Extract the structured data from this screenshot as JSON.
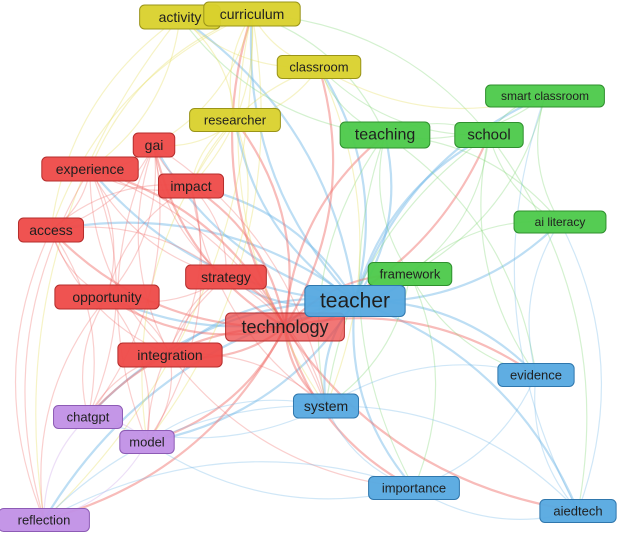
{
  "network": {
    "clusters": {
      "red": {
        "fill": "#ee4a48",
        "stroke": "#b52d2c",
        "edge": "#ef6a66"
      },
      "yellow": {
        "fill": "#d9d12c",
        "stroke": "#9a9418",
        "edge": "#e3d94e"
      },
      "green": {
        "fill": "#4cc94a",
        "stroke": "#2f8f2e",
        "edge": "#78d36c"
      },
      "blue": {
        "fill": "#56a9e0",
        "stroke": "#2f77ad",
        "edge": "#6cb5e6"
      },
      "purple": {
        "fill": "#c190e6",
        "stroke": "#8d5bb5",
        "edge": "#c79be6"
      }
    },
    "nodes": [
      {
        "id": "activity",
        "label": "activity",
        "cluster": "yellow"
      },
      {
        "id": "curriculum",
        "label": "curriculum",
        "cluster": "yellow"
      },
      {
        "id": "classroom",
        "label": "classroom",
        "cluster": "yellow"
      },
      {
        "id": "researcher",
        "label": "researcher",
        "cluster": "yellow"
      },
      {
        "id": "smart-classroom",
        "label": "smart classroom",
        "cluster": "green"
      },
      {
        "id": "teaching",
        "label": "teaching",
        "cluster": "green"
      },
      {
        "id": "school",
        "label": "school",
        "cluster": "green"
      },
      {
        "id": "ai-literacy",
        "label": "ai literacy",
        "cluster": "green"
      },
      {
        "id": "framework",
        "label": "framework",
        "cluster": "green"
      },
      {
        "id": "gai",
        "label": "gai",
        "cluster": "red"
      },
      {
        "id": "experience",
        "label": "experience",
        "cluster": "red"
      },
      {
        "id": "impact",
        "label": "impact",
        "cluster": "red"
      },
      {
        "id": "access",
        "label": "access",
        "cluster": "red"
      },
      {
        "id": "strategy",
        "label": "strategy",
        "cluster": "red"
      },
      {
        "id": "opportunity",
        "label": "opportunity",
        "cluster": "red"
      },
      {
        "id": "technology",
        "label": "technology",
        "cluster": "red"
      },
      {
        "id": "integration",
        "label": "integration",
        "cluster": "red"
      },
      {
        "id": "teacher",
        "label": "teacher",
        "cluster": "blue"
      },
      {
        "id": "evidence",
        "label": "evidence",
        "cluster": "blue"
      },
      {
        "id": "system",
        "label": "system",
        "cluster": "blue"
      },
      {
        "id": "importance",
        "label": "importance",
        "cluster": "blue"
      },
      {
        "id": "aiedtech",
        "label": "aiedtech",
        "cluster": "blue"
      },
      {
        "id": "chatgpt",
        "label": "chatgpt",
        "cluster": "purple"
      },
      {
        "id": "model",
        "label": "model",
        "cluster": "purple"
      },
      {
        "id": "reflection",
        "label": "reflection",
        "cluster": "purple"
      }
    ],
    "links": [
      [
        "teacher",
        "technology"
      ],
      [
        "teacher",
        "system"
      ],
      [
        "teacher",
        "evidence"
      ],
      [
        "teacher",
        "importance"
      ],
      [
        "teacher",
        "aiedtech"
      ],
      [
        "teacher",
        "teaching"
      ],
      [
        "teacher",
        "school"
      ],
      [
        "teacher",
        "framework"
      ],
      [
        "teacher",
        "strategy"
      ],
      [
        "teacher",
        "integration"
      ],
      [
        "teacher",
        "opportunity"
      ],
      [
        "teacher",
        "impact"
      ],
      [
        "teacher",
        "experience"
      ],
      [
        "teacher",
        "access"
      ],
      [
        "teacher",
        "gai"
      ],
      [
        "teacher",
        "classroom"
      ],
      [
        "teacher",
        "curriculum"
      ],
      [
        "teacher",
        "activity"
      ],
      [
        "teacher",
        "researcher"
      ],
      [
        "teacher",
        "ai-literacy"
      ],
      [
        "teacher",
        "smart-classroom"
      ],
      [
        "teacher",
        "chatgpt"
      ],
      [
        "teacher",
        "model"
      ],
      [
        "teacher",
        "reflection"
      ],
      [
        "technology",
        "integration"
      ],
      [
        "technology",
        "strategy"
      ],
      [
        "technology",
        "opportunity"
      ],
      [
        "technology",
        "impact"
      ],
      [
        "technology",
        "access"
      ],
      [
        "technology",
        "experience"
      ],
      [
        "technology",
        "gai"
      ],
      [
        "technology",
        "system"
      ],
      [
        "technology",
        "teaching"
      ],
      [
        "technology",
        "school"
      ],
      [
        "technology",
        "framework"
      ],
      [
        "technology",
        "classroom"
      ],
      [
        "technology",
        "curriculum"
      ],
      [
        "technology",
        "researcher"
      ],
      [
        "technology",
        "model"
      ],
      [
        "technology",
        "chatgpt"
      ],
      [
        "technology",
        "reflection"
      ],
      [
        "technology",
        "importance"
      ],
      [
        "technology",
        "evidence"
      ],
      [
        "technology",
        "aiedtech"
      ],
      [
        "teaching",
        "school"
      ],
      [
        "teaching",
        "smart-classroom"
      ],
      [
        "teaching",
        "ai-literacy"
      ],
      [
        "teaching",
        "framework"
      ],
      [
        "teaching",
        "classroom"
      ],
      [
        "teaching",
        "curriculum"
      ],
      [
        "teaching",
        "activity"
      ],
      [
        "teaching",
        "system"
      ],
      [
        "teaching",
        "evidence"
      ],
      [
        "teaching",
        "importance"
      ],
      [
        "school",
        "smart-classroom"
      ],
      [
        "school",
        "ai-literacy"
      ],
      [
        "school",
        "framework"
      ],
      [
        "school",
        "curriculum"
      ],
      [
        "school",
        "classroom"
      ],
      [
        "school",
        "system"
      ],
      [
        "school",
        "aiedtech"
      ],
      [
        "school",
        "evidence"
      ],
      [
        "framework",
        "ai-literacy"
      ],
      [
        "framework",
        "smart-classroom"
      ],
      [
        "framework",
        "system"
      ],
      [
        "framework",
        "evidence"
      ],
      [
        "framework",
        "importance"
      ],
      [
        "curriculum",
        "classroom"
      ],
      [
        "curriculum",
        "activity"
      ],
      [
        "curriculum",
        "researcher"
      ],
      [
        "curriculum",
        "gai"
      ],
      [
        "curriculum",
        "experience"
      ],
      [
        "curriculum",
        "impact"
      ],
      [
        "curriculum",
        "access"
      ],
      [
        "curriculum",
        "reflection"
      ],
      [
        "curriculum",
        "system"
      ],
      [
        "curriculum",
        "model"
      ],
      [
        "activity",
        "classroom"
      ],
      [
        "activity",
        "researcher"
      ],
      [
        "activity",
        "access"
      ],
      [
        "activity",
        "experience"
      ],
      [
        "activity",
        "reflection"
      ],
      [
        "classroom",
        "researcher"
      ],
      [
        "classroom",
        "smart-classroom"
      ],
      [
        "classroom",
        "system"
      ],
      [
        "classroom",
        "impact"
      ],
      [
        "researcher",
        "gai"
      ],
      [
        "researcher",
        "impact"
      ],
      [
        "researcher",
        "strategy"
      ],
      [
        "researcher",
        "model"
      ],
      [
        "gai",
        "experience"
      ],
      [
        "gai",
        "impact"
      ],
      [
        "gai",
        "access"
      ],
      [
        "gai",
        "strategy"
      ],
      [
        "gai",
        "opportunity"
      ],
      [
        "gai",
        "integration"
      ],
      [
        "gai",
        "chatgpt"
      ],
      [
        "gai",
        "model"
      ],
      [
        "gai",
        "system"
      ],
      [
        "experience",
        "impact"
      ],
      [
        "experience",
        "access"
      ],
      [
        "experience",
        "strategy"
      ],
      [
        "experience",
        "opportunity"
      ],
      [
        "experience",
        "integration"
      ],
      [
        "experience",
        "chatgpt"
      ],
      [
        "experience",
        "reflection"
      ],
      [
        "experience",
        "system"
      ],
      [
        "impact",
        "access"
      ],
      [
        "impact",
        "strategy"
      ],
      [
        "impact",
        "opportunity"
      ],
      [
        "impact",
        "integration"
      ],
      [
        "impact",
        "system"
      ],
      [
        "impact",
        "model"
      ],
      [
        "access",
        "opportunity"
      ],
      [
        "access",
        "strategy"
      ],
      [
        "access",
        "integration"
      ],
      [
        "access",
        "chatgpt"
      ],
      [
        "access",
        "reflection"
      ],
      [
        "strategy",
        "opportunity"
      ],
      [
        "strategy",
        "integration"
      ],
      [
        "strategy",
        "system"
      ],
      [
        "strategy",
        "model"
      ],
      [
        "opportunity",
        "integration"
      ],
      [
        "opportunity",
        "chatgpt"
      ],
      [
        "opportunity",
        "model"
      ],
      [
        "opportunity",
        "reflection"
      ],
      [
        "integration",
        "system"
      ],
      [
        "integration",
        "chatgpt"
      ],
      [
        "integration",
        "model"
      ],
      [
        "integration",
        "importance"
      ],
      [
        "system",
        "evidence"
      ],
      [
        "system",
        "importance"
      ],
      [
        "system",
        "aiedtech"
      ],
      [
        "system",
        "model"
      ],
      [
        "system",
        "chatgpt"
      ],
      [
        "system",
        "reflection"
      ],
      [
        "evidence",
        "importance"
      ],
      [
        "evidence",
        "aiedtech"
      ],
      [
        "evidence",
        "ai-literacy"
      ],
      [
        "importance",
        "aiedtech"
      ],
      [
        "importance",
        "model"
      ],
      [
        "importance",
        "reflection"
      ],
      [
        "aiedtech",
        "smart-classroom"
      ],
      [
        "aiedtech",
        "ai-literacy"
      ],
      [
        "chatgpt",
        "model"
      ],
      [
        "chatgpt",
        "reflection"
      ],
      [
        "model",
        "reflection"
      ],
      [
        "smart-classroom",
        "ai-literacy"
      ]
    ]
  }
}
